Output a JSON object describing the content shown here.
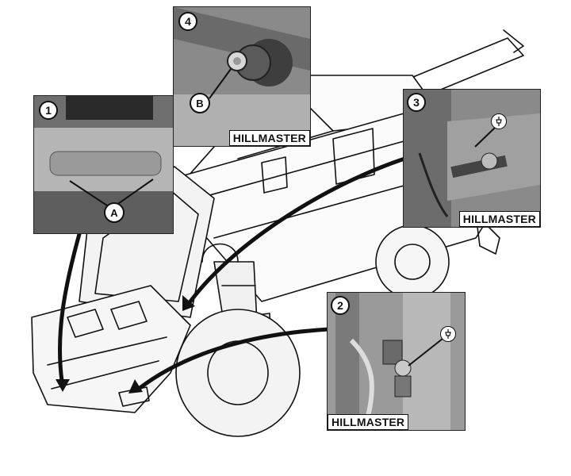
{
  "insets": {
    "one": {
      "number": "1",
      "label": "",
      "callout": "A"
    },
    "two": {
      "number": "2",
      "label": "HILLMASTER"
    },
    "three": {
      "number": "3",
      "label": "HILLMASTER"
    },
    "four": {
      "number": "4",
      "label": "HILLMASTER",
      "callout": "B"
    }
  },
  "icons": {
    "grease_fitting": "grease-fitting-icon"
  },
  "colors": {
    "line": "#111111",
    "photo_bg": "#8a8a8a"
  }
}
